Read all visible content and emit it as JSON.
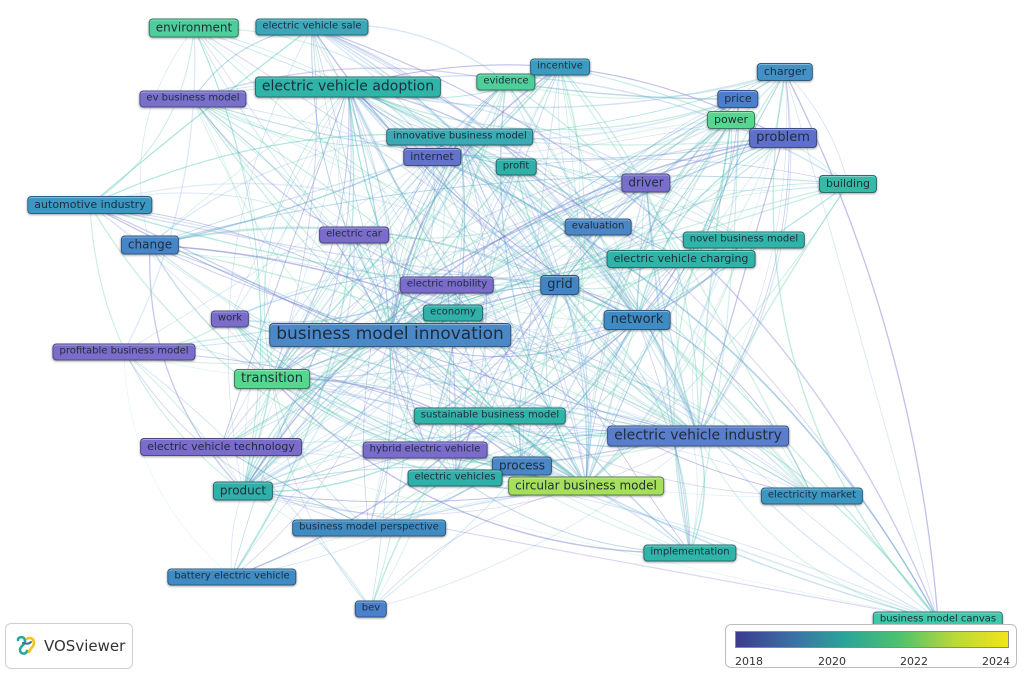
{
  "app": {
    "logo_text": "VOSviewer"
  },
  "legend": {
    "ticks": [
      "2018",
      "2020",
      "2022",
      "2024"
    ],
    "colors": [
      "#3b3b8f",
      "#3b6ea5",
      "#2aa59a",
      "#4cc26e",
      "#b8d83a",
      "#f2e419"
    ]
  },
  "nodes": [
    {
      "label": "environment",
      "color": "#4ecf9a"
    },
    {
      "label": "electric vehicle sale",
      "color": "#3aa8b8"
    },
    {
      "label": "ev business model",
      "color": "#7a70cc"
    },
    {
      "label": "electric vehicle adoption",
      "color": "#2fb5a8"
    },
    {
      "label": "evidence",
      "color": "#4ecf9a"
    },
    {
      "label": "incentive",
      "color": "#3a9cc0"
    },
    {
      "label": "charger",
      "color": "#4191c6"
    },
    {
      "label": "price",
      "color": "#4b7fcc"
    },
    {
      "label": "power",
      "color": "#56d78d"
    },
    {
      "label": "problem",
      "color": "#5f70cc"
    },
    {
      "label": "innovative business model",
      "color": "#3aaab5"
    },
    {
      "label": "internet",
      "color": "#6572cc"
    },
    {
      "label": "profit",
      "color": "#2fb0a8"
    },
    {
      "label": "driver",
      "color": "#7a6ecc"
    },
    {
      "label": "building",
      "color": "#35bba5"
    },
    {
      "label": "automotive industry",
      "color": "#3a98c2"
    },
    {
      "label": "change",
      "color": "#4686c8"
    },
    {
      "label": "electric car",
      "color": "#7b6ccc"
    },
    {
      "label": "evaluation",
      "color": "#4b86c6"
    },
    {
      "label": "novel business model",
      "color": "#2fb5a8"
    },
    {
      "label": "electric vehicle charging",
      "color": "#2fb5a8"
    },
    {
      "label": "electric mobility",
      "color": "#7b6ccc"
    },
    {
      "label": "grid",
      "color": "#4284c4"
    },
    {
      "label": "work",
      "color": "#7b6ccc"
    },
    {
      "label": "economy",
      "color": "#2fb0a8"
    },
    {
      "label": "business model innovation",
      "color": "#4b88c8"
    },
    {
      "label": "network",
      "color": "#3f8cc4"
    },
    {
      "label": "profitable business model",
      "color": "#7b6ccc"
    },
    {
      "label": "transition",
      "color": "#56d78d"
    },
    {
      "label": "sustainable business model",
      "color": "#2fb5a8"
    },
    {
      "label": "electric vehicle technology",
      "color": "#7b6ccc"
    },
    {
      "label": "hybrid electric vehicle",
      "color": "#7b6ccc"
    },
    {
      "label": "electric vehicle industry",
      "color": "#5a7ecc"
    },
    {
      "label": "process",
      "color": "#4b86c6"
    },
    {
      "label": "electric vehicles",
      "color": "#2fb0a8"
    },
    {
      "label": "circular business model",
      "color": "#a6e05a"
    },
    {
      "label": "product",
      "color": "#2fb0a8"
    },
    {
      "label": "electricity market",
      "color": "#3a98c2"
    },
    {
      "label": "business model perspective",
      "color": "#3f8cc4"
    },
    {
      "label": "implementation",
      "color": "#2fb5a8"
    },
    {
      "label": "battery electric vehicle",
      "color": "#3f8cc4"
    },
    {
      "label": "bev",
      "color": "#4b80cc"
    },
    {
      "label": "business model canvas",
      "color": "#3ec9a8"
    }
  ]
}
